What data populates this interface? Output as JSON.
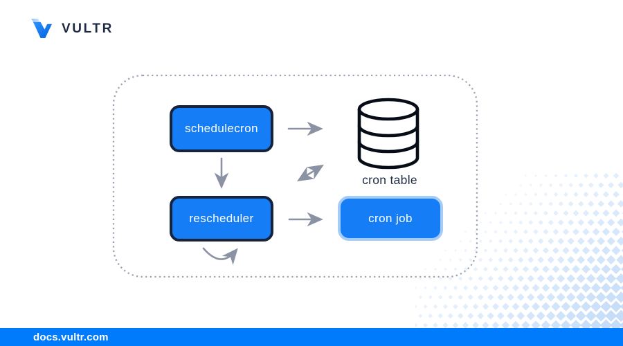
{
  "brand": {
    "name": "VULTR"
  },
  "diagram": {
    "nodes": {
      "schedulecron": {
        "label": "schedulecron"
      },
      "rescheduler": {
        "label": "rescheduler"
      },
      "cron_job": {
        "label": "cron job"
      },
      "cron_table": {
        "label": "cron table",
        "icon": "database-icon"
      }
    },
    "edges": [
      {
        "from": "schedulecron",
        "to": "cron table",
        "style": "arrow"
      },
      {
        "from": "schedulecron",
        "to": "rescheduler",
        "style": "arrow"
      },
      {
        "from": "rescheduler",
        "to": "cron table",
        "style": "double-arrow"
      },
      {
        "from": "rescheduler",
        "to": "cron job",
        "style": "arrow"
      },
      {
        "from": "rescheduler",
        "to": "rescheduler",
        "style": "self-loop"
      }
    ],
    "colors": {
      "node_fill": "#157EF6",
      "node_border_dark": "#16233D",
      "node_border_light": "#A6CBF4",
      "arrow": "#8A92A3",
      "container_border": "#9AA2B1",
      "label_text": "#1F2A44",
      "footer_bar": "#007BFC",
      "pattern": "#BBD7F7"
    }
  },
  "footer": {
    "url": "docs.vultr.com"
  }
}
